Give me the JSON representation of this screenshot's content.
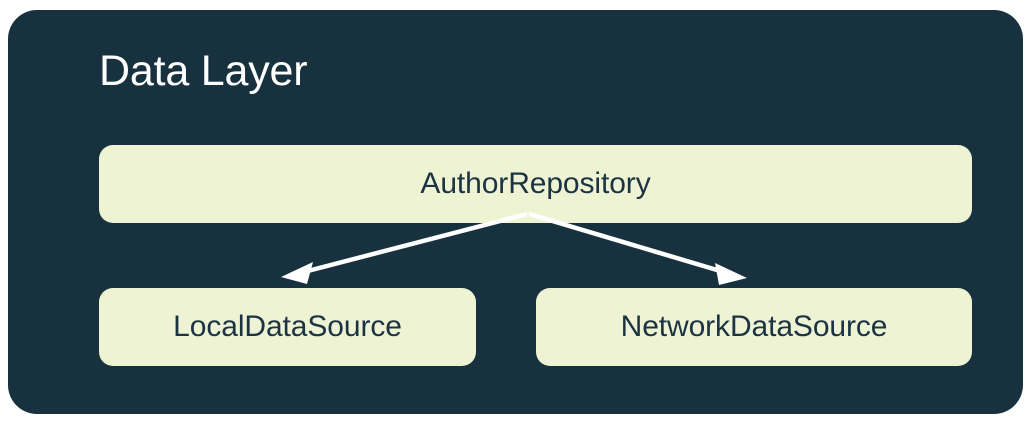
{
  "diagram": {
    "type": "architecture-layer-diagram",
    "title": "Data Layer",
    "background_color": "#17323e",
    "node_fill_color": "#eef3d4",
    "node_text_color": "#1b3342",
    "title_color": "#ffffff",
    "connector_color": "#ffffff",
    "nodes": [
      {
        "id": "author-repository",
        "label": "AuthorRepository",
        "role": "repository"
      },
      {
        "id": "local-data-source",
        "label": "LocalDataSource",
        "role": "data-source"
      },
      {
        "id": "network-data-source",
        "label": "NetworkDataSource",
        "role": "data-source"
      }
    ],
    "connections": [
      {
        "from": "author-repository",
        "to": "local-data-source",
        "style": "solid-arrow"
      },
      {
        "from": "author-repository",
        "to": "network-data-source",
        "style": "solid-arrow"
      }
    ]
  }
}
